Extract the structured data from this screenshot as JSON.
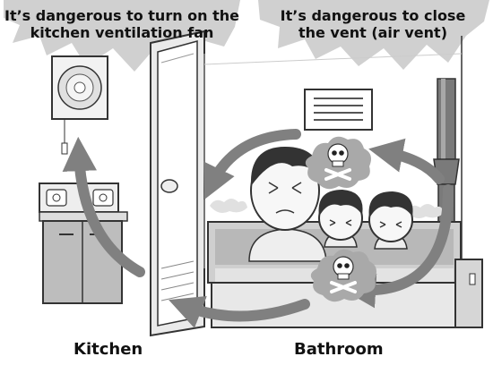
{
  "warnings": {
    "kitchen_fan": {
      "line1": "It’s dangerous to turn on the",
      "line2": "kitchen ventilation fan"
    },
    "close_vent": {
      "line1": "It’s dangerous to close",
      "line2": "the vent (air vent)"
    }
  },
  "labels": {
    "kitchen": "Kitchen",
    "bathroom": "Bathroom"
  },
  "colors": {
    "arrow": "#808080",
    "burst": "#cfcfcf",
    "tub_water": "#c8c8c8",
    "skull_cloud": "#a9a9a9"
  }
}
